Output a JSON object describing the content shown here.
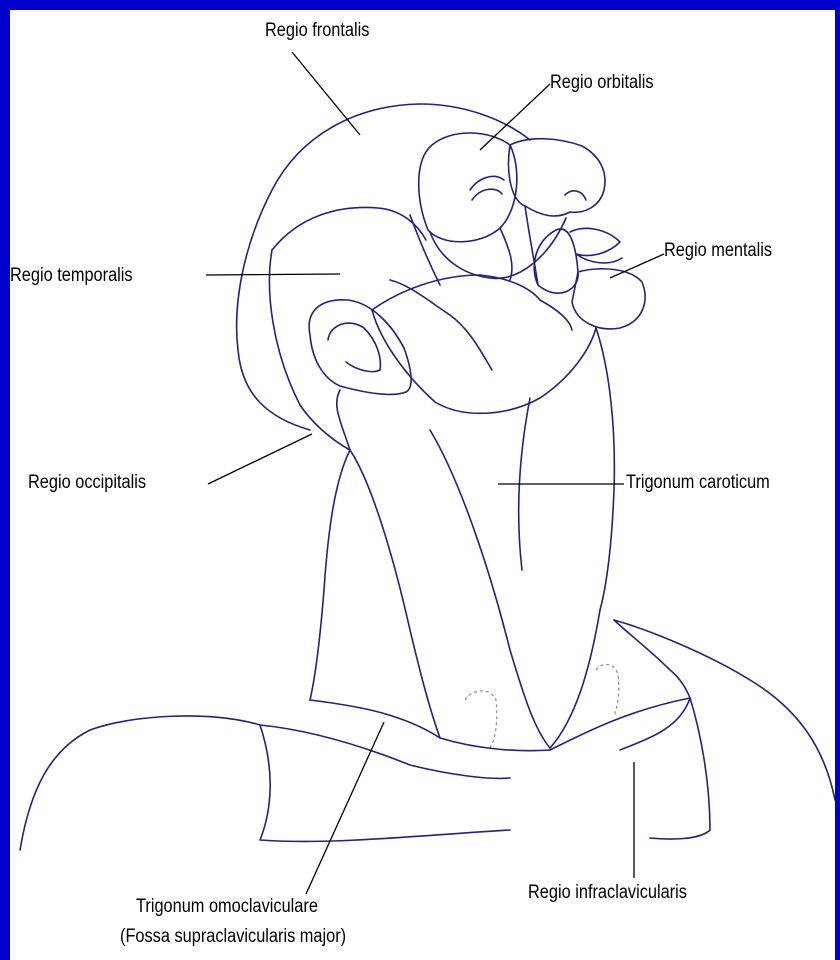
{
  "labels": {
    "frontalis": "Regio frontalis",
    "orbitalis": "Regio orbitalis",
    "temporalis": "Regio temporalis",
    "mentalis": "Regio mentalis",
    "occipitalis": "Regio occipitalis",
    "caroticum": "Trigonum caroticum",
    "omoclaviculare_line1": "Trigonum omoclaviculare",
    "omoclaviculare_line2": "(Fossa supraclavicularis major)",
    "infraclavicularis": "Regio infraclavicularis"
  },
  "colors": {
    "border": "#0000cc",
    "background": "#ffffff",
    "outline": "#23237a",
    "text": "#000000"
  }
}
